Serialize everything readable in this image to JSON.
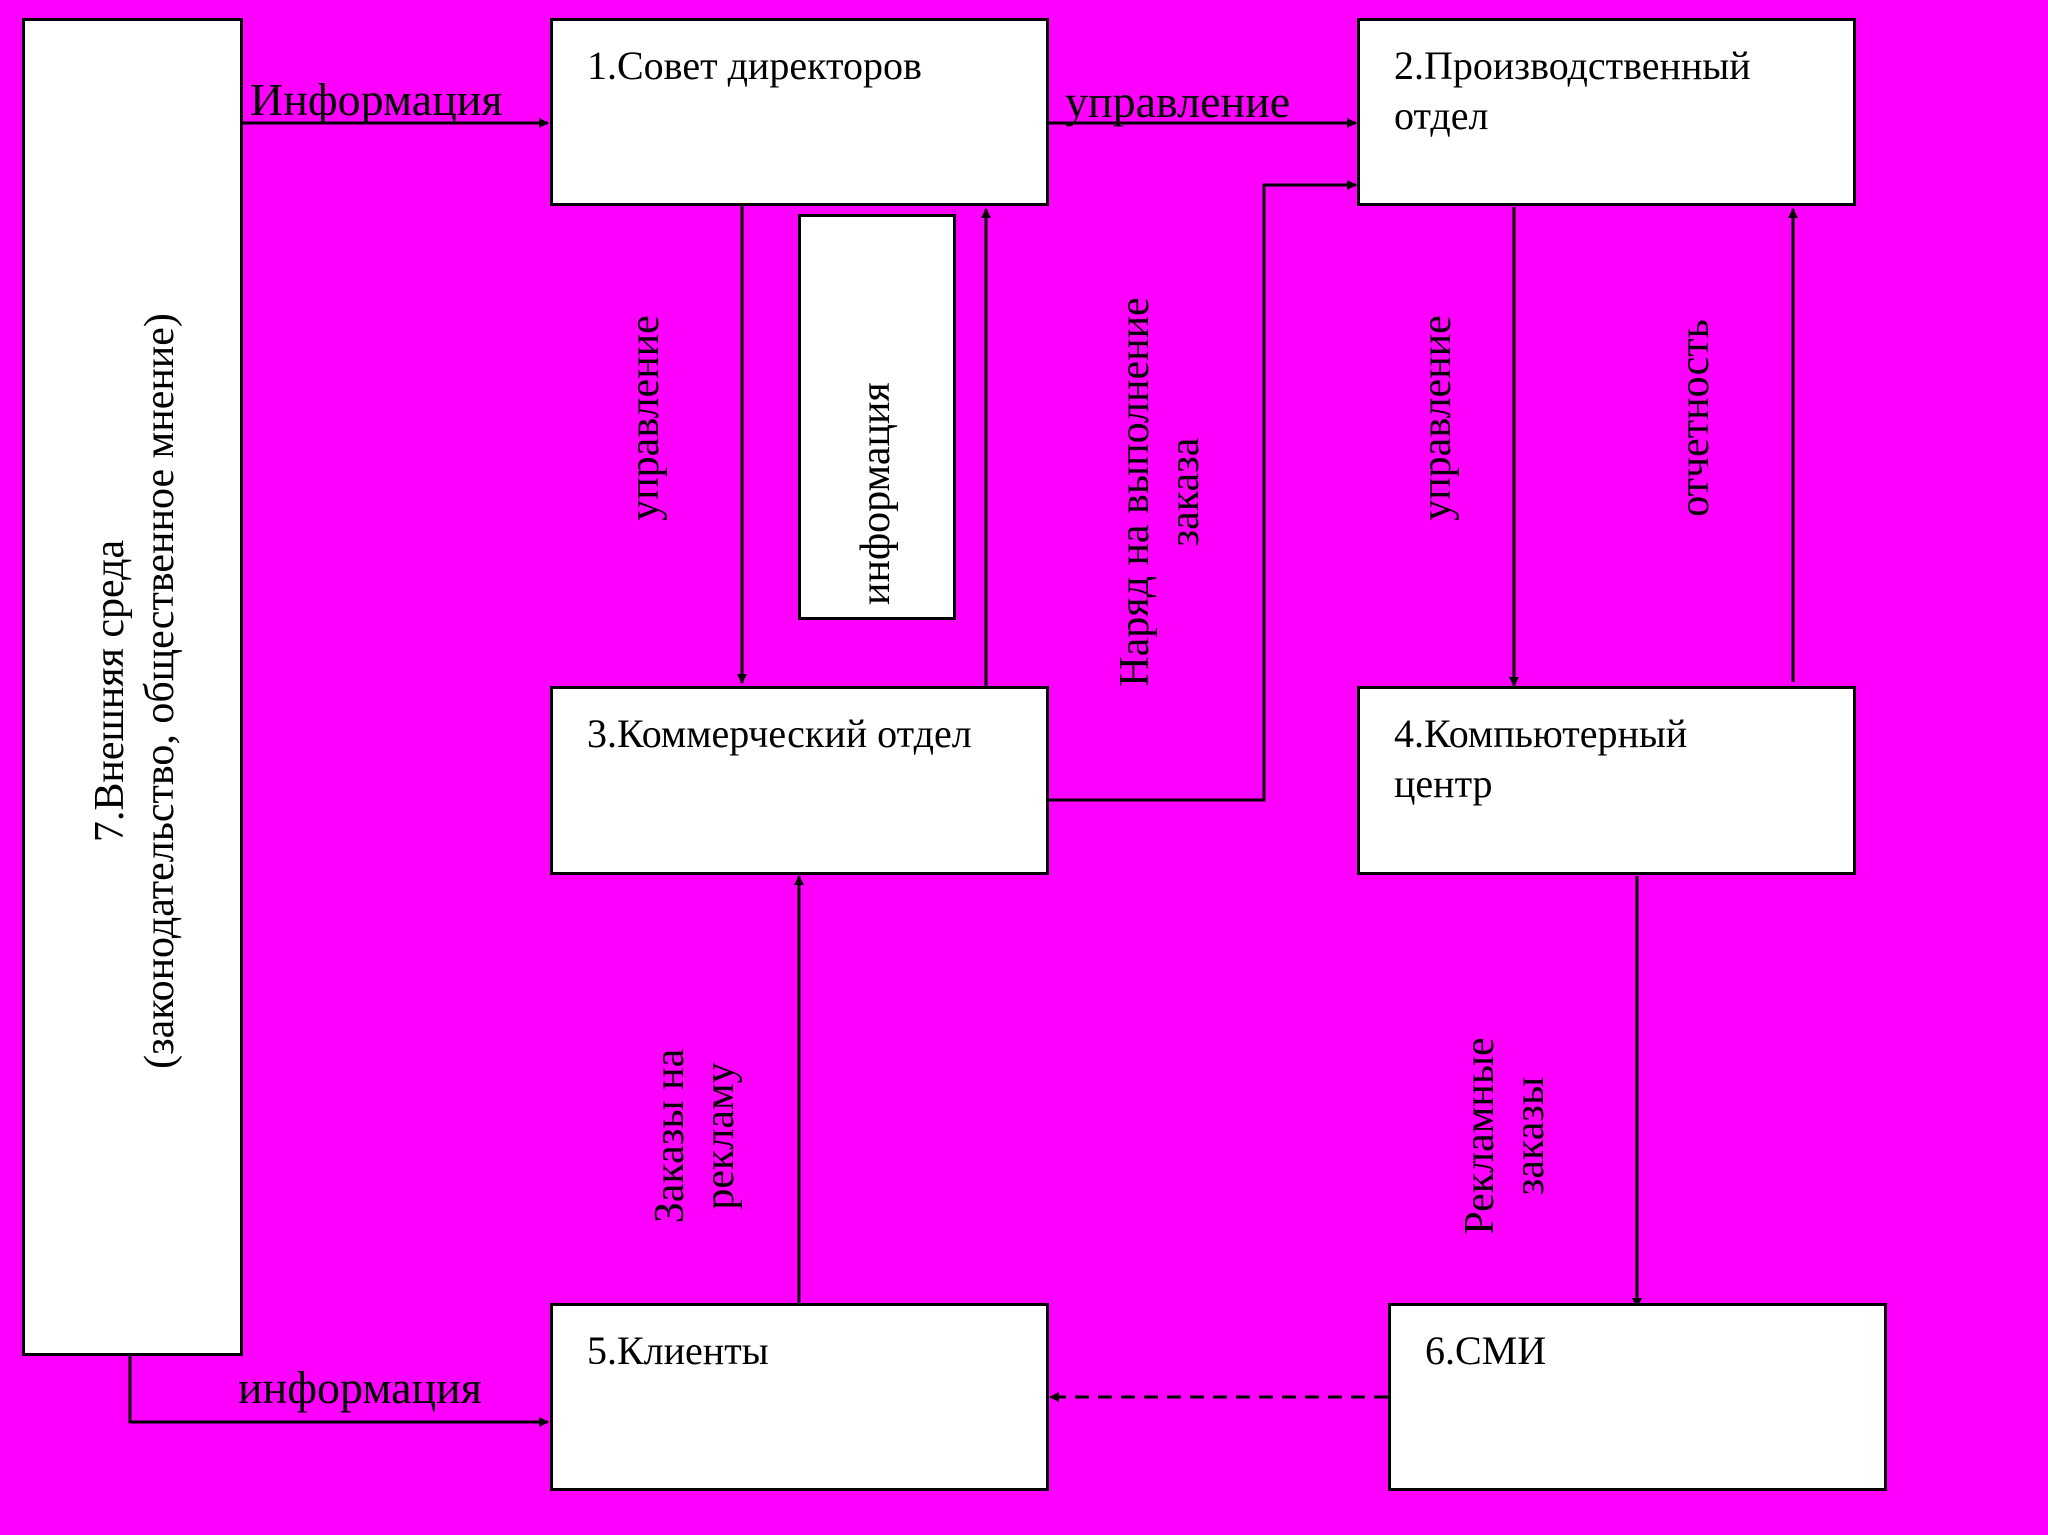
{
  "nodes": {
    "board": "1.Совет директоров",
    "production": "2.Производственный\nотдел",
    "commercial": "3.Коммерческий отдел",
    "computer_center": "4.Компьютерный\nцентр",
    "clients": "5.Клиенты",
    "media": "6.СМИ",
    "environment": "7.Внешняя среда\n(законодательство, общественное мнение)"
  },
  "edges": {
    "env_to_board": "Информация",
    "board_to_production": "управление",
    "board_to_commercial": "управление",
    "commercial_to_board": "информация",
    "commercial_to_production": "Наряд на выполнение\nзаказа",
    "production_to_computer": "управление",
    "computer_to_production": "отчетность",
    "clients_to_commercial": "Заказы на\nрекламу",
    "computer_to_media": "Рекламные\nзаказы",
    "env_to_clients": "информация"
  },
  "colors": {
    "background": "#ff00ff",
    "box_fill": "#ffffff",
    "line": "#000000"
  }
}
